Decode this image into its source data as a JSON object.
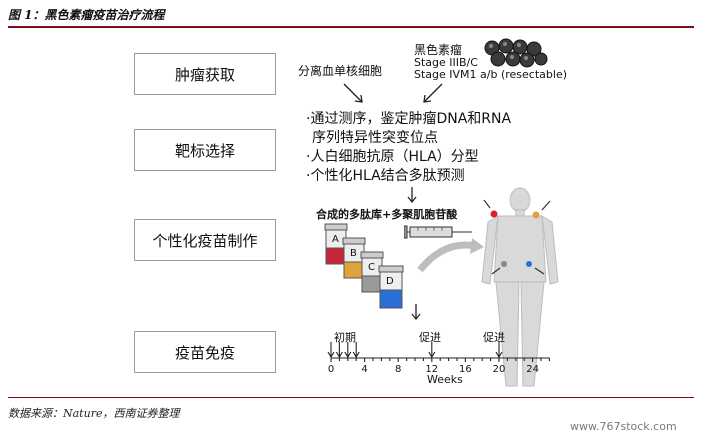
{
  "figure": {
    "title": "图 1：黑色素瘤疫苗治疗流程",
    "source": "数据来源：Nature，西南证券整理",
    "watermark": "www.767stock.com"
  },
  "steps": [
    {
      "label": "肿瘤获取"
    },
    {
      "label": "靶标选择"
    },
    {
      "label": "个性化疫苗制作"
    },
    {
      "label": "疫苗免疫"
    }
  ],
  "acquisition": {
    "pbmc_label": "分离血单核细胞",
    "melanoma_label": "黑色素瘤",
    "stage_line1": "Stage IIIB/C",
    "stage_line2": "Stage IVM1 a/b (resectable)"
  },
  "selection_points": [
    "·通过测序，鉴定肿瘤DNA和RNA",
    "序列特异性突变位点",
    "·人白细胞抗原（HLA）分型",
    "·个性化HLA结合多肽预测"
  ],
  "manufacturing": {
    "label": "合成的多肽库+多聚肌胞苷酸",
    "vials": [
      {
        "letter": "A",
        "color": "#c8243a"
      },
      {
        "letter": "B",
        "color": "#e0a23a"
      },
      {
        "letter": "C",
        "color": "#9a9a9a"
      },
      {
        "letter": "D",
        "color": "#2a6fd6"
      }
    ]
  },
  "timeline": {
    "priming_label": "初期",
    "boost_label_1": "促进",
    "boost_label_2": "促进",
    "axis_label": "Weeks",
    "ticks": [
      "0",
      "4",
      "8",
      "12",
      "16",
      "20",
      "24"
    ],
    "priming_weeks": [
      0,
      1,
      2,
      3
    ],
    "boost_weeks": [
      12,
      20
    ]
  }
}
